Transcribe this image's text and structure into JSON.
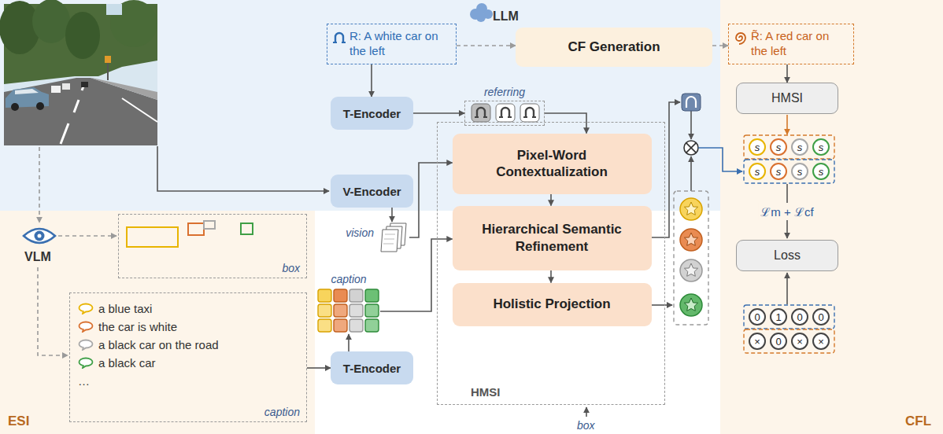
{
  "diagram": {
    "nodes": [
      {
        "text": [
          "R: A white car on the left"
        ]
      },
      {
        "text": [
          "CF Generation"
        ]
      },
      {
        "text": [
          "R̃: A red car on the left"
        ]
      },
      {
        "text": [
          "T-Encoder"
        ]
      },
      {
        "text": [
          "referring"
        ]
      },
      {
        "text": [
          "V-Encoder"
        ]
      },
      {
        "text": [
          "vision"
        ]
      },
      {
        "text": [
          "HMSI"
        ]
      },
      {
        "text": [
          "Pixel-Word Contextualization"
        ],
        "in": 7
      },
      {
        "text": [
          "Hierarchical Semantic Refinement"
        ],
        "in": 7
      },
      {
        "text": [
          "Holistic Projection"
        ],
        "in": 7
      },
      {
        "text": [
          "caption"
        ]
      },
      {
        "text": [
          "T-Encoder"
        ]
      },
      {
        "text": [
          "HMSI"
        ]
      },
      {
        "text": [
          "Loss"
        ]
      },
      {
        "text": [
          "box"
        ]
      },
      {
        "text": [
          "a blue taxi",
          "the car is white",
          "a black car on the road",
          "a black car",
          "…",
          "caption"
        ]
      }
    ],
    "edges": [
      {
        "from": 0,
        "to": 3,
        "arrow": "to"
      },
      {
        "from": 0,
        "to": 1,
        "arrow": "to"
      },
      {
        "from": 1,
        "to": 2,
        "arrow": "to"
      },
      {
        "from": 2,
        "to": 13,
        "arrow": "to"
      },
      {
        "from": 3,
        "to": 4,
        "arrow": "to"
      },
      {
        "from": 4,
        "to": 8,
        "arrow": "to"
      },
      {
        "from": 5,
        "to": 6,
        "arrow": "to"
      },
      {
        "from": 6,
        "to": 8,
        "arrow": "to"
      },
      {
        "from": 12,
        "to": 11,
        "arrow": "to"
      },
      {
        "from": 11,
        "to": 9,
        "arrow": "to"
      },
      {
        "from": 8,
        "to": 9,
        "arrow": "to"
      },
      {
        "from": 9,
        "to": 10,
        "arrow": "to"
      },
      {
        "from": 16,
        "to": 12,
        "arrow": "to"
      }
    ],
    "labels": [
      "LLM",
      "VLM",
      "ESI",
      "CFL",
      "box",
      "ℒm + ℒcf",
      "s",
      "s",
      "s",
      "s",
      "s",
      "s",
      "s",
      "s",
      "0",
      "1",
      "0",
      "0",
      "×",
      "0",
      "×",
      "×"
    ]
  }
}
